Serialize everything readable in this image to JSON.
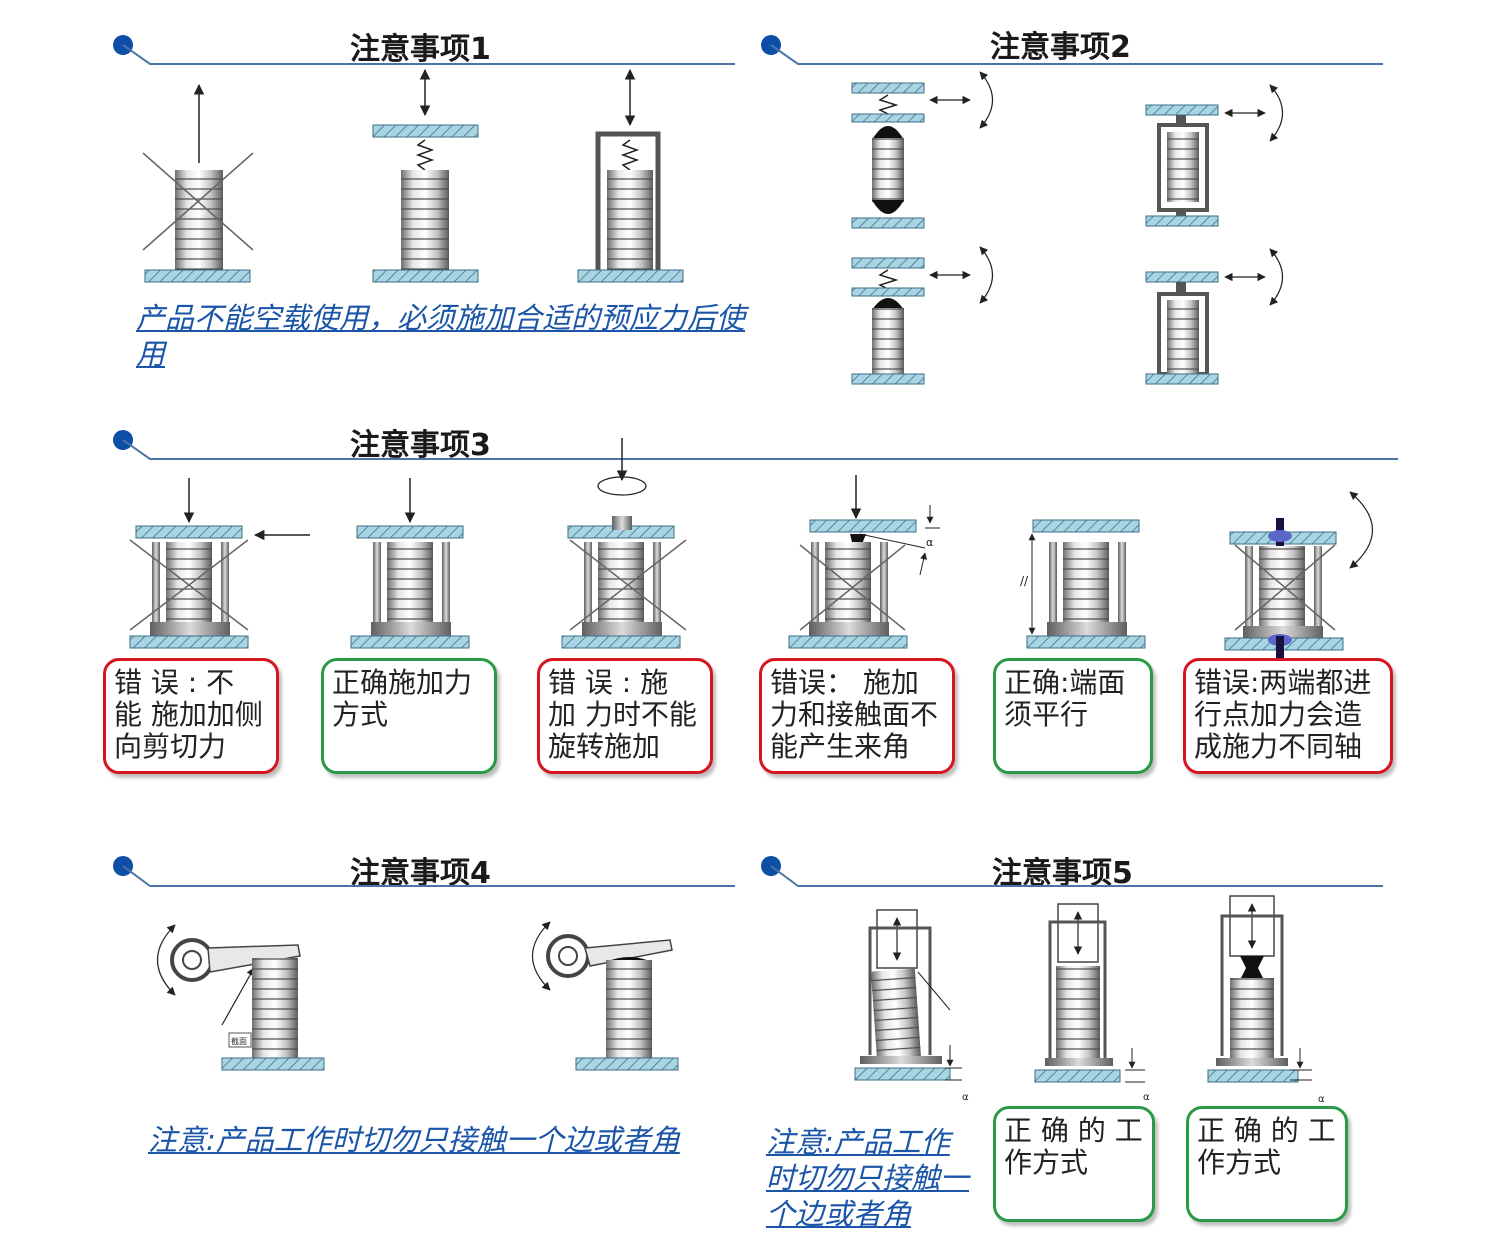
{
  "colors": {
    "accent": "#1a55a8",
    "wrong_border": "#d7151f",
    "right_border": "#2b9a46",
    "plate_fill": "#a9d4e3"
  },
  "sections": [
    {
      "heading": "注意事项1",
      "note": "产品不能空载使用，必须施加合适的预应力后使用"
    },
    {
      "heading": "注意事项2"
    },
    {
      "heading": "注意事项3"
    },
    {
      "heading": "注意事项4",
      "note": "注意:产品工作时切勿只接触一个边或者角"
    },
    {
      "heading": "注意事项5",
      "note": "注意:产品工作时切勿只接触一个边或者角"
    }
  ],
  "section3_boxes": [
    {
      "status": "wrong",
      "text": "错 误 : 不 能 施加加侧向剪切力"
    },
    {
      "status": "right",
      "text": "正确施加力方式"
    },
    {
      "status": "wrong",
      "text": "错 误 : 施 加 力时不能旋转施加"
    },
    {
      "status": "wrong",
      "text": "错误： 施加力和接触面不能产生来角"
    },
    {
      "status": "right",
      "text": "正确:端面须平行"
    },
    {
      "status": "wrong",
      "text": "错误:两端都进行点加力会造成施力不同轴"
    }
  ],
  "section5_boxes": [
    {
      "status": "right",
      "text": "正 确 的 工 作方式"
    },
    {
      "status": "right",
      "text": "正 确 的 工 作方式"
    }
  ],
  "figure_labels": {
    "angle_symbol": "α",
    "parallel_symbol": "//",
    "small_tag": "截面"
  }
}
